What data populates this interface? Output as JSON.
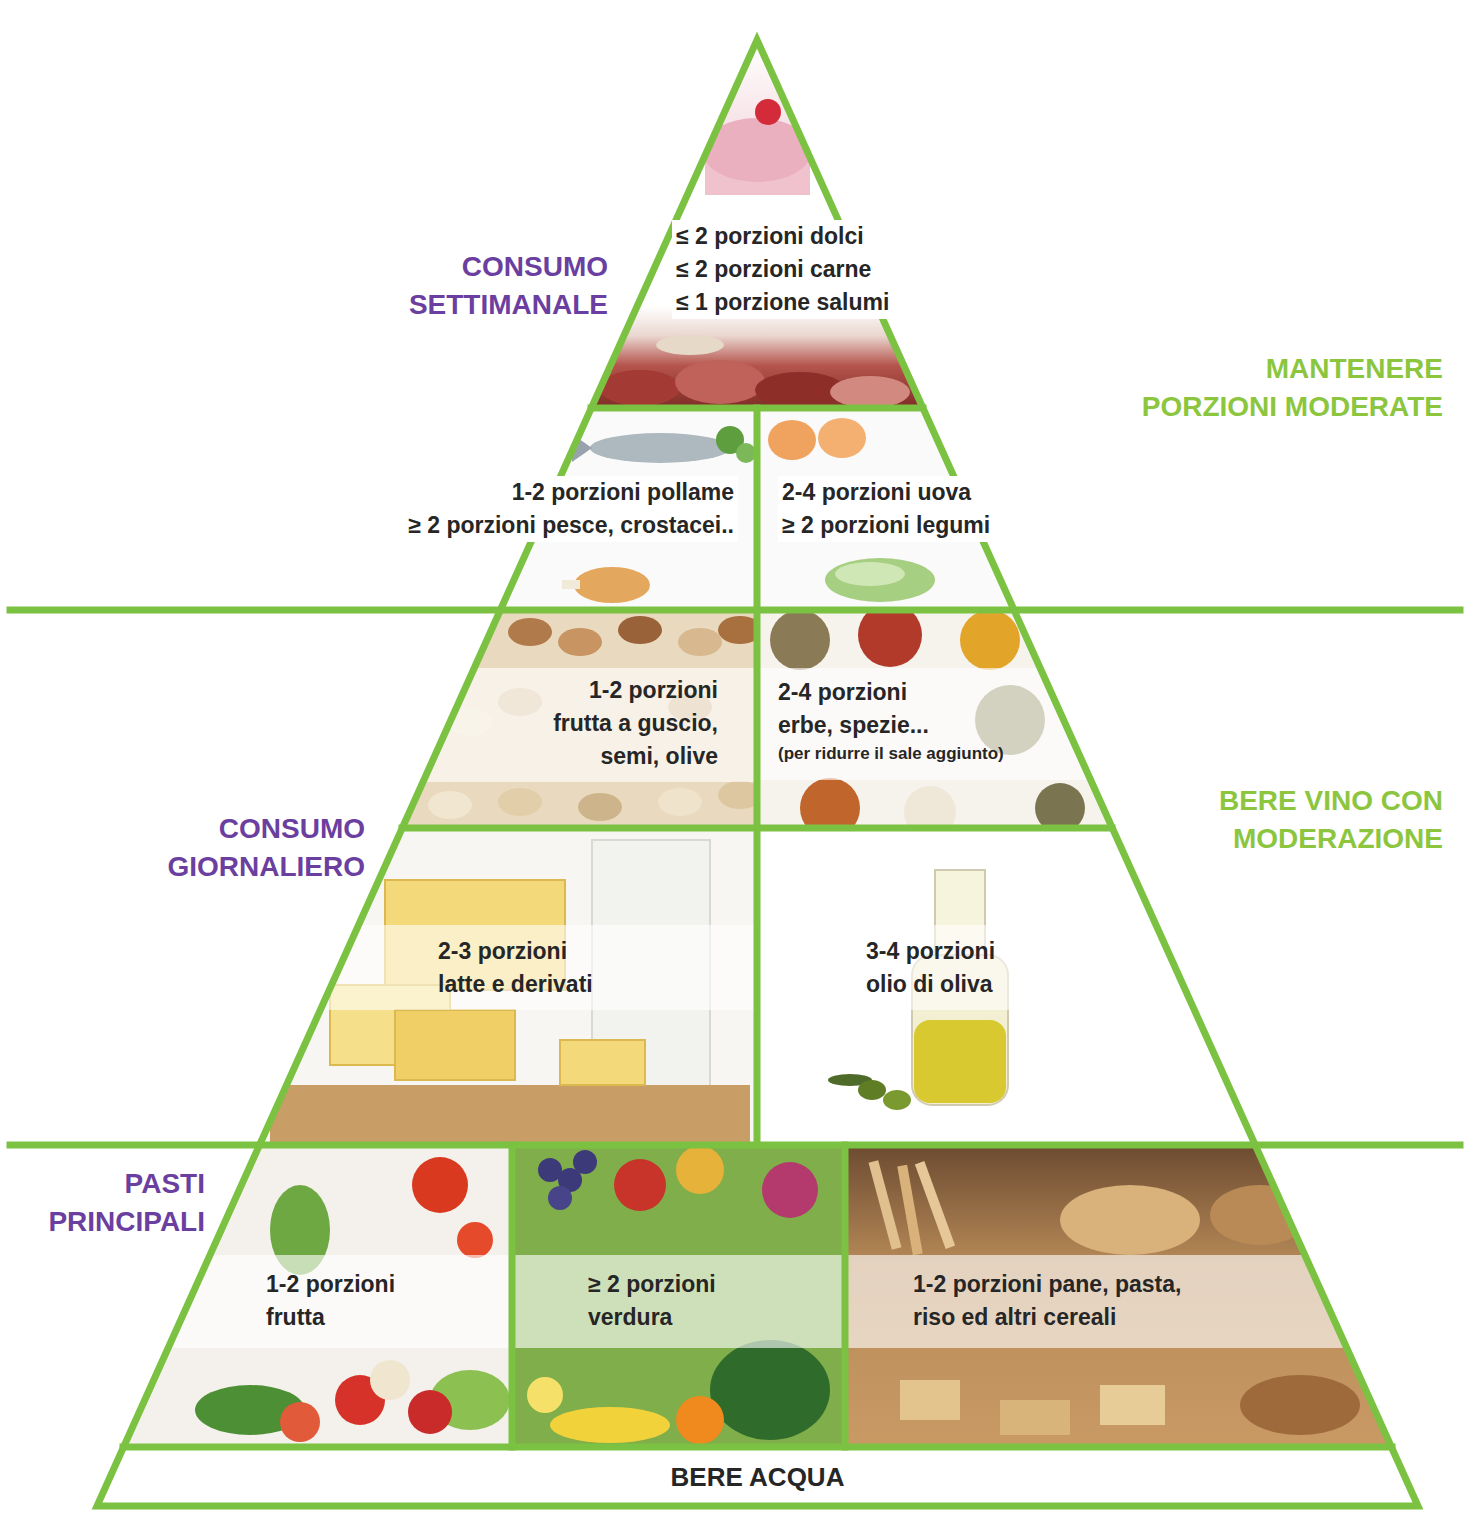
{
  "diagram": {
    "nodes": [
      {
        "text": [
          "≤ 2 porzioni dolci",
          "≤ 2 porzioni carne",
          "≤ 1 porzione salumi"
        ]
      },
      {
        "text": [
          "1-2 porzioni pollame",
          "≥ 2 porzioni pesce, crostacei.."
        ]
      },
      {
        "text": [
          "2-4 porzioni uova",
          "≥ 2 porzioni legumi"
        ]
      },
      {
        "text": [
          "1-2 porzioni frutta a guscio, semi, olive"
        ]
      },
      {
        "text": [
          "2-4 porzioni erbe, spezie...",
          "(per ridurre il sale aggiunto)"
        ]
      },
      {
        "text": [
          "2-3 porzioni latte e derivati"
        ]
      },
      {
        "text": [
          "3-4 porzioni olio di oliva"
        ]
      },
      {
        "text": [
          "1-2 porzioni frutta"
        ]
      },
      {
        "text": [
          "≥ 2 porzioni verdura"
        ]
      },
      {
        "text": [
          "1-2 porzioni pane, pasta, riso ed altri cereali"
        ]
      },
      {
        "text": [
          "BERE ACQUA"
        ]
      }
    ],
    "labels": [
      "CONSUMO SETTIMANALE",
      "MANTENERE PORZIONI MODERATE",
      "CONSUMO GIORNALIERO",
      "BERE VINO CON MODERAZIONE",
      "PASTI PRINCIPALI"
    ]
  }
}
